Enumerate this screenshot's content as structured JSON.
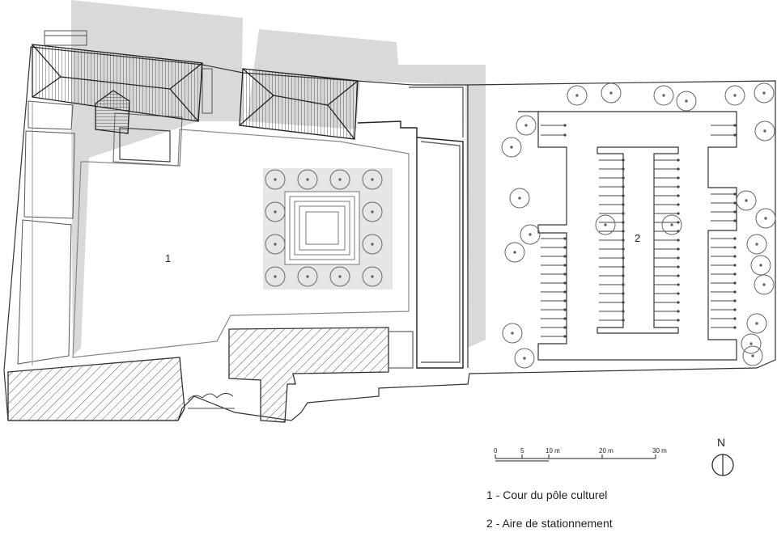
{
  "zones": {
    "zone_1_number": "1",
    "zone_2_number": "2"
  },
  "scale_bar": {
    "ticks": [
      "0",
      "5",
      "10 m",
      "20 m",
      "30 m"
    ]
  },
  "north": {
    "label": "N"
  },
  "legend": [
    {
      "text": "1 - Cour du pôle culturel"
    },
    {
      "text": "2 - Aire de stationnement"
    }
  ],
  "colors": {
    "shadow": "#d9d9d9",
    "line": "#333333",
    "light_line": "#888888",
    "courtyard_tint": "#e6e6e6"
  }
}
